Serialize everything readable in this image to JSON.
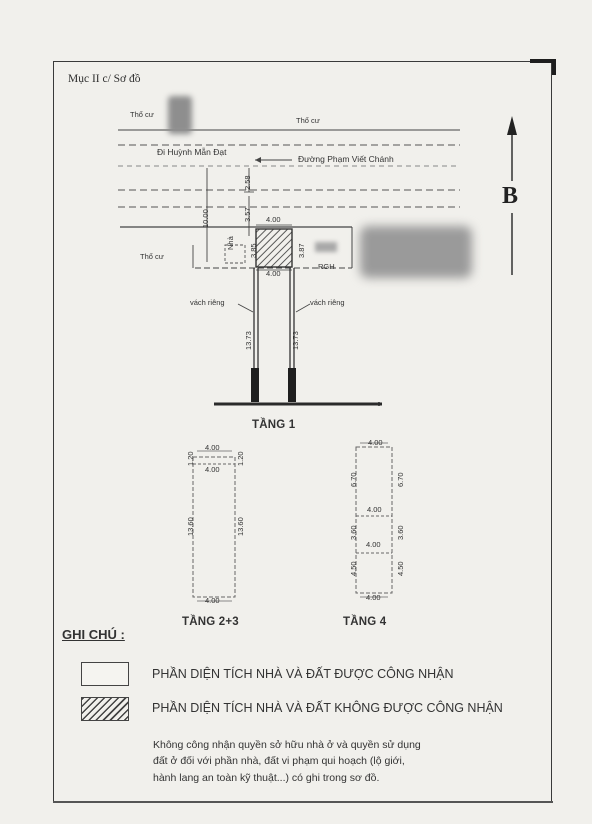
{
  "section_title": "Mục II c/ Sơ đồ",
  "site": {
    "tho_cu_top_left": "Thổ cư",
    "tho_cu_top_right": "Thổ cư",
    "road_left": "Đi Huỳnh Mẫn Đạt",
    "road_right": "Đường Phạm Viết Chánh",
    "tho_cu_left": "Thổ cư",
    "rgh": "RGH",
    "nha_label": "Nhà",
    "vach_rieng_left": "vách riêng",
    "vach_rieng_right": "vách riêng",
    "dims": {
      "d258": "2.58",
      "d357": "3.57",
      "d1000": "10.00",
      "d400_top": "4.00",
      "d385": "3.85",
      "d387": "3.87",
      "d400_bottom": "4.00",
      "d1373_left": "13.73",
      "d1373_right": "13.73"
    },
    "stray_letter": "c"
  },
  "floor1": {
    "title": "TẦNG 1"
  },
  "floor23": {
    "title": "TẦNG 2+3",
    "top_outer": "4.00",
    "top_inner": "4.00",
    "left_small": "1.20",
    "right_small": "1.20",
    "left_long": "13.60",
    "right_long": "13.60",
    "bottom": "4.00"
  },
  "floor4": {
    "title": "TẦNG 4",
    "top": "4.00",
    "left_670": "6.70",
    "right_670": "6.70",
    "mid1": "4.00",
    "left_360": "3.60",
    "right_360": "3.60",
    "mid2": "4.00",
    "left_450": "4.50",
    "right_450": "4.50",
    "bottom": "4.00"
  },
  "legend": {
    "heading": "GHI CHÚ :",
    "recognized": "PHẦN DIỆN TÍCH NHÀ VÀ ĐẤT ĐƯỢC CÔNG NHẬN",
    "not_recognized": "PHẦN DIỆN TÍCH NHÀ VÀ ĐẤT KHÔNG ĐƯỢC CÔNG NHẬN"
  },
  "note": {
    "line1": "Không công nhận quyền sở hữu nhà ở và quyền sử dụng",
    "line2": "đất ở đối với phần nhà, đất vi phạm qui hoạch (lộ giới,",
    "line3": "hành lang an toàn kỹ thuật...) có ghi trong sơ đồ."
  },
  "north_arrow": {
    "symbol": "B"
  }
}
